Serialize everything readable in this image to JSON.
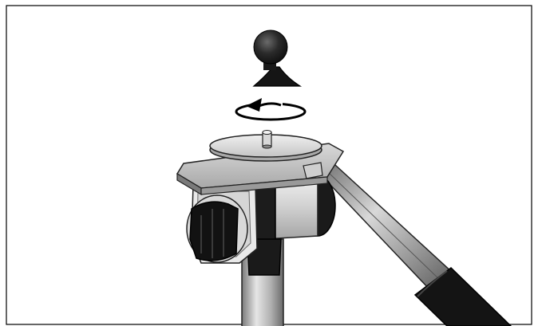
{
  "figure": {
    "parts": [
      "ball-mount",
      "rotation-arrow",
      "mounting-plate",
      "mounting-screw",
      "pan-tilt-head",
      "locking-knob",
      "pan-handle",
      "handle-grip",
      "tripod-column"
    ],
    "colors": {
      "frame": "#000000",
      "background": "#ffffff",
      "dark_part": "#1a1a1a",
      "metal_light": "#e8e8e8",
      "metal_mid": "#bdbdbd",
      "metal_dark": "#8a8a8a"
    }
  }
}
